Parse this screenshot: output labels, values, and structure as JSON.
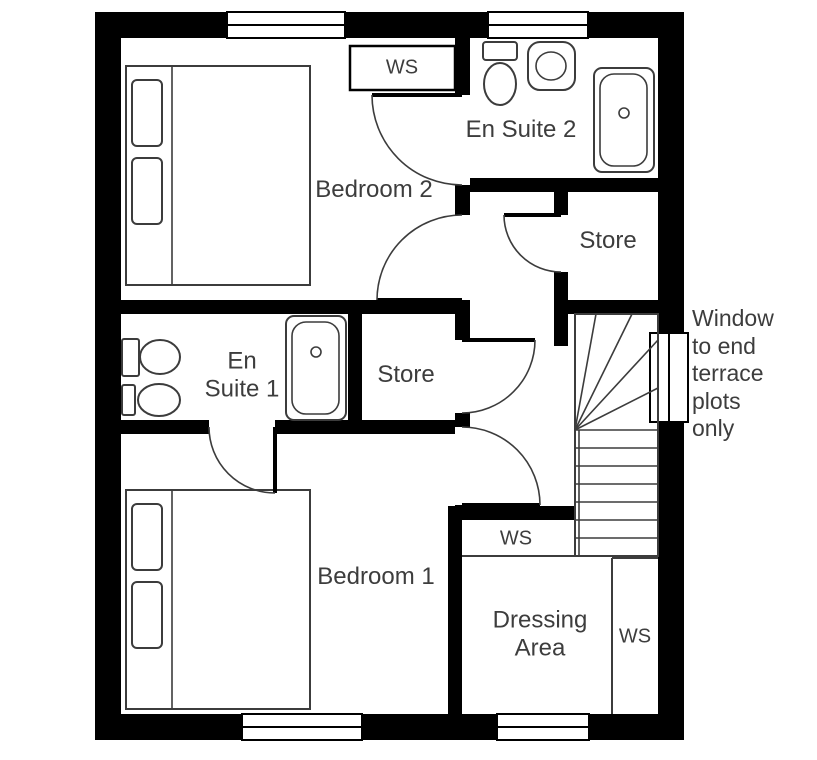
{
  "colors": {
    "wall": "#000000",
    "line": "#3c3c3c",
    "text": "#3d3d3d",
    "background": "#ffffff"
  },
  "rooms": {
    "bedroom2": "Bedroom 2",
    "ensuite2": "En Suite 2",
    "store_upper": "Store",
    "ensuite1": "En\nSuite 1",
    "store_middle": "Store",
    "bedroom1": "Bedroom 1",
    "dressing_area": "Dressing\nArea"
  },
  "wardrobes": {
    "bedroom2_ws": "WS",
    "dressing_ws_top": "WS",
    "dressing_ws_side": "WS"
  },
  "annotations": {
    "window_note": "Window\nto end\nterrace\nplots\nonly"
  },
  "fixtures": [
    "double-bed",
    "double-bed",
    "bathtub",
    "bathtub",
    "toilet",
    "toilet",
    "basin",
    "basin",
    "staircase",
    "wardrobe",
    "wardrobe",
    "wardrobe"
  ]
}
